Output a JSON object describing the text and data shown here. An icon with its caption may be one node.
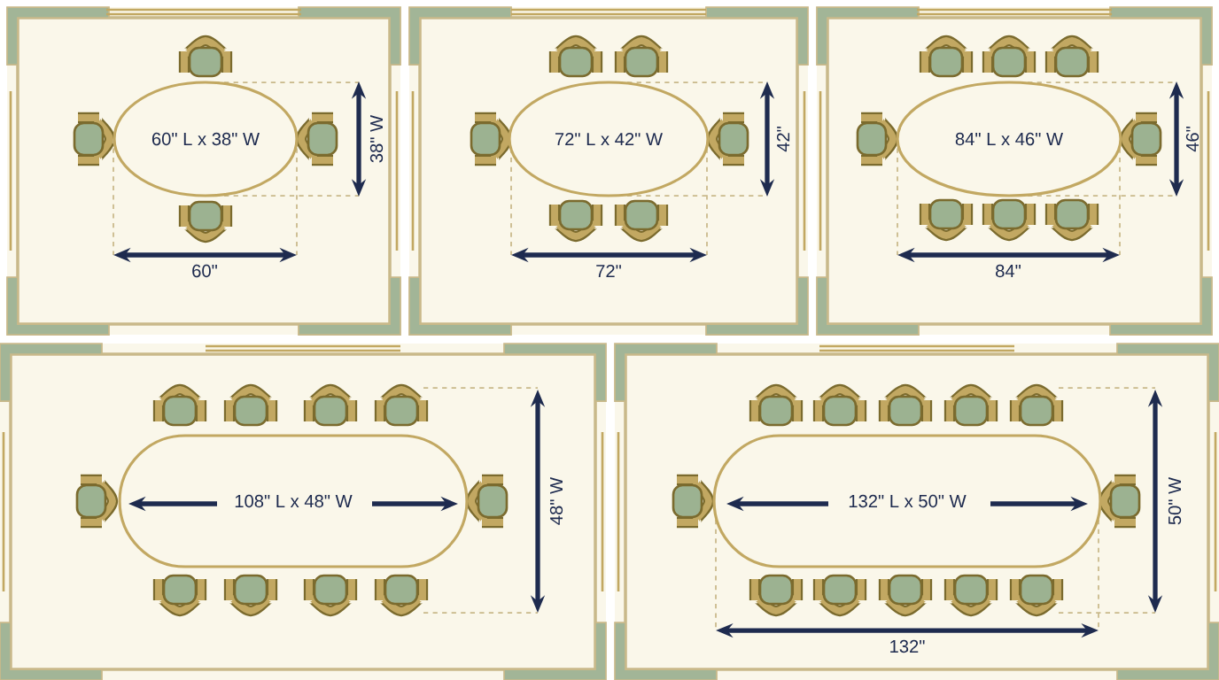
{
  "diagram": {
    "nodes": [
      {
        "text": [
          "60\" L x 38\" W"
        ]
      },
      {
        "text": [
          "72\" L x 42\" W"
        ]
      },
      {
        "text": [
          "84\" L x 46\" W"
        ]
      },
      {
        "text": [
          "108\" L x 48\" W"
        ]
      },
      {
        "text": [
          "132\" L x 50\" W"
        ]
      }
    ],
    "labels": [
      "38\" W",
      "60\"",
      "42\"",
      "72\"",
      "46\"",
      "84\"",
      "48\" W",
      "50\" W",
      "132\""
    ]
  }
}
